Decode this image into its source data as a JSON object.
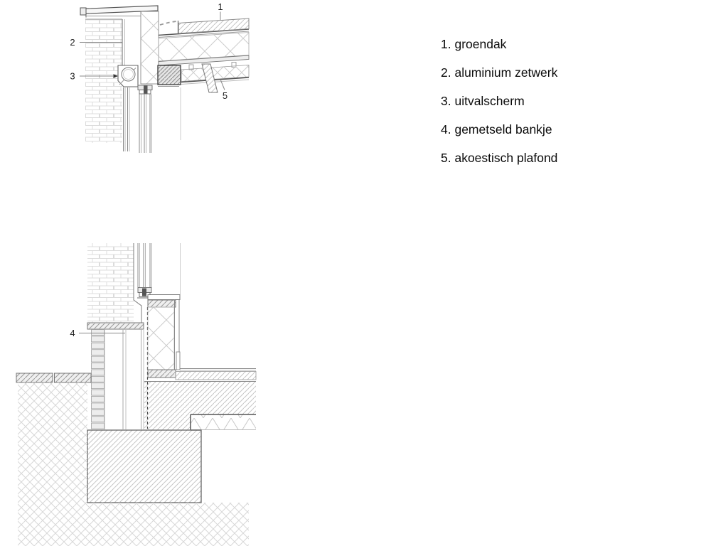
{
  "legend": {
    "items": [
      "1. groendak",
      "2. aluminium zetwerk",
      "3. uitvalscherm",
      "4. gemetseld bankje",
      "5. akoestisch plafond"
    ]
  },
  "callouts": {
    "roof": {
      "groendak": "1",
      "zetwerk": "2",
      "uitvalscherm": "3",
      "plafond": "5"
    },
    "plinth": {
      "bankje": "4"
    }
  },
  "colors": {
    "background": "#ffffff",
    "line_dark": "#444444",
    "line_mid": "#888888",
    "hatch_light": "#c6c6c6",
    "brick_grid": "#dcdcdc",
    "text": "#0a0a0a"
  }
}
